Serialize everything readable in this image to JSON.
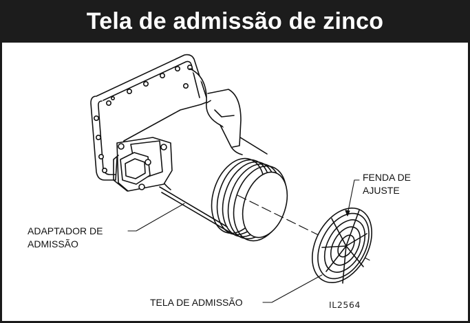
{
  "title": "Tela de admissão de zinco",
  "labels": {
    "slot_line1": "FENDA DE",
    "slot_line2": "AJUSTE",
    "adapter_line1": "ADAPTADOR DE",
    "adapter_line2": "ADMISSÃO",
    "screen": "TELA DE ADMISSÃO"
  },
  "figure_code": "IL2564",
  "colors": {
    "title_bar": "#1c1c1c",
    "title_text": "#ffffff",
    "line": "#111111",
    "background": "#ffffff"
  }
}
